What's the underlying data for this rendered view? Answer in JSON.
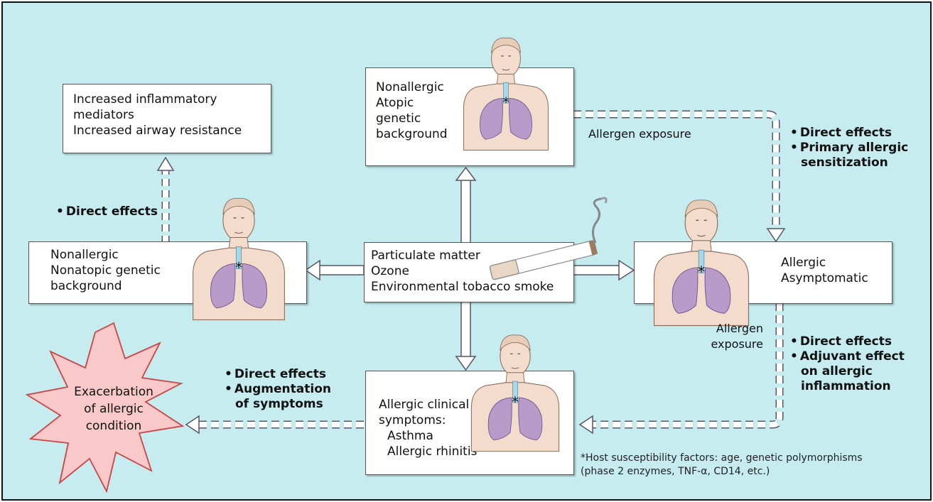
{
  "boxes": {
    "top_left": {
      "lines": [
        "Increased inflammatory",
        "mediators",
        "Increased airway resistance"
      ]
    },
    "top_center": {
      "lines": [
        "Nonallergic",
        "Atopic",
        "genetic",
        "background"
      ]
    },
    "left": {
      "lines": [
        "Nonallergic",
        "Nonatopic genetic",
        "background"
      ]
    },
    "center": {
      "lines": [
        "Particulate matter",
        "Ozone",
        "Environmental tobacco smoke"
      ]
    },
    "right": {
      "lines": [
        "Allergic",
        "Asymptomatic"
      ]
    },
    "bottom_center": {
      "lines": [
        "Allergic clinical",
        "symptoms:",
        "Asthma",
        "Allergic rhinitis"
      ]
    }
  },
  "starburst": {
    "lines": [
      "Exacerbation",
      "of allergic",
      "condition"
    ]
  },
  "labels": {
    "direct_effects_left": "Direct effects",
    "allergen_exposure_top": "Allergen exposure",
    "allergen_exposure_bottom": [
      "Allergen",
      "exposure"
    ]
  },
  "bullet_groups": {
    "top_right": [
      "Direct effects",
      "Primary allergic",
      "sensitization"
    ],
    "bottom_right": [
      "Direct effects",
      "Adjuvant effect",
      "on allergic",
      "inflammation"
    ],
    "bottom_left": [
      "Direct effects",
      "Augmentation",
      "of symptoms"
    ]
  },
  "asterisk": "*",
  "footnote": [
    "*Host  susceptibility factors: age, genetic polymorphisms",
    "(phase 2 enzymes, TNF-α, CD14, etc.)"
  ],
  "colors": {
    "background": "#c6ecf0",
    "box": "#ffffff",
    "arrow_fill": "#ffffff",
    "arrow_stroke": "#556",
    "starburst_fill": "#f9c8c8",
    "starburst_stroke": "#c44",
    "lung": "#b99ac8",
    "skin": "#f3dccb"
  }
}
